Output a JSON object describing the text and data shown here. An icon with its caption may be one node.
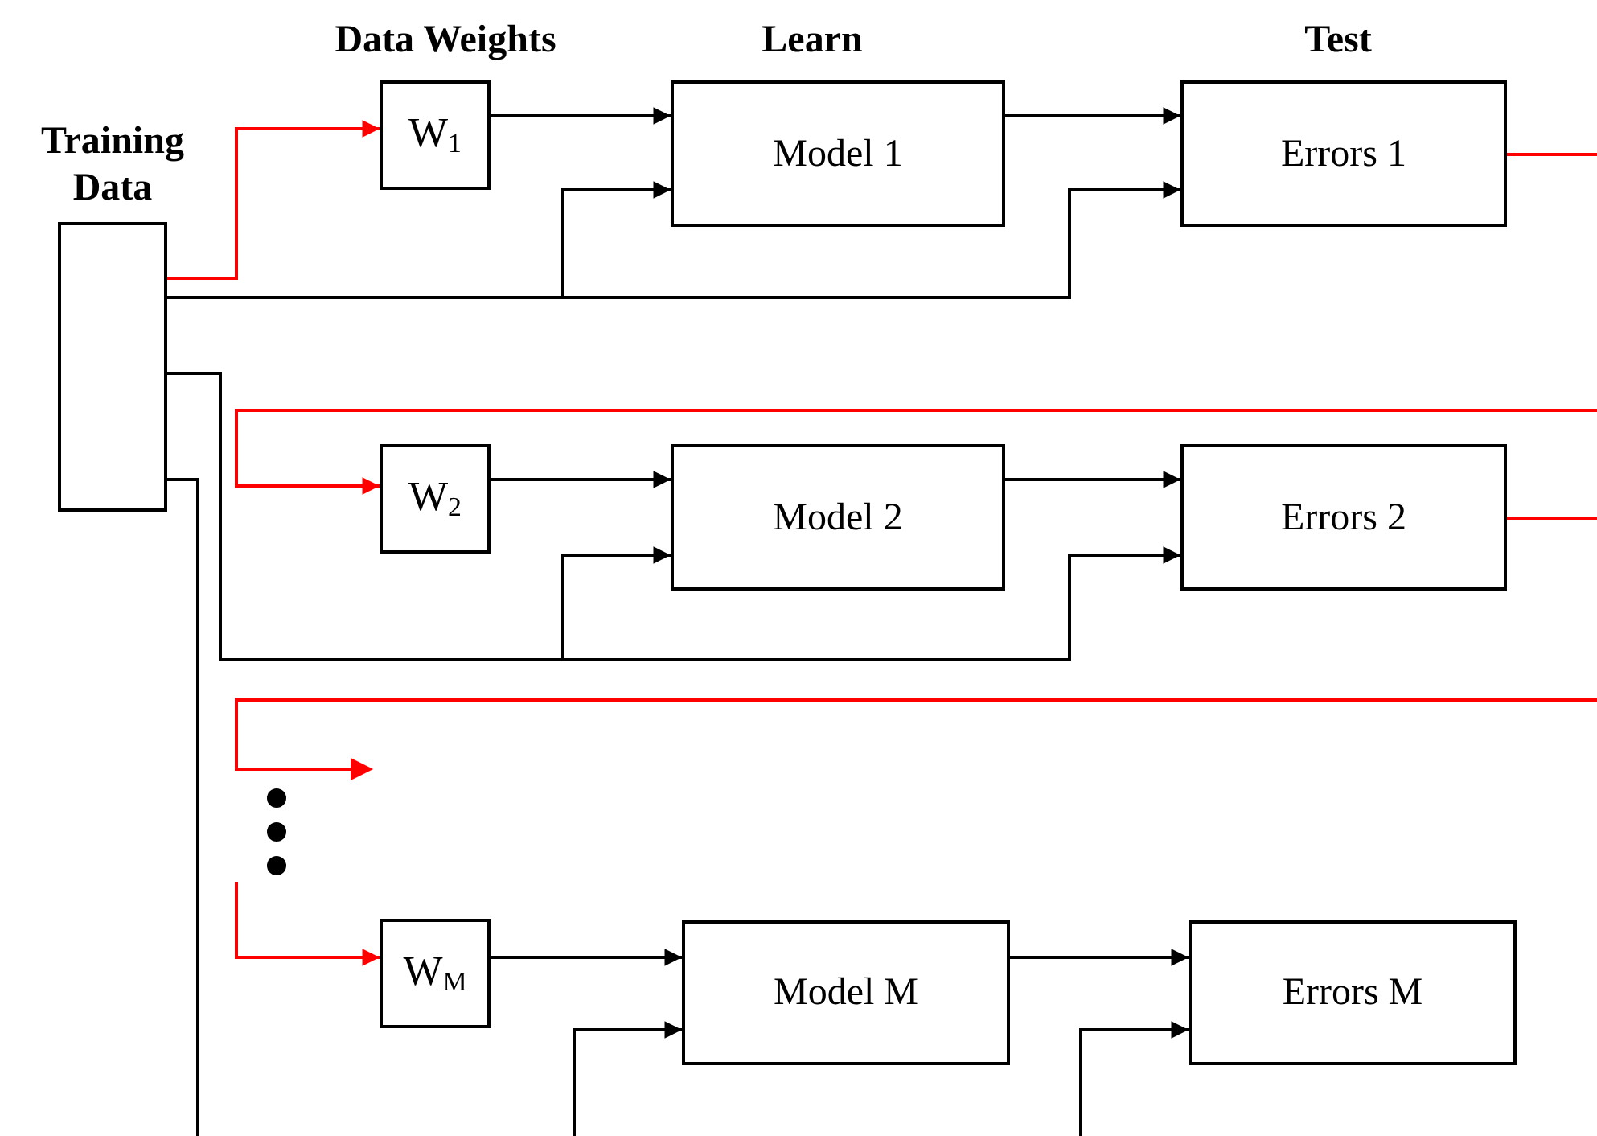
{
  "diagram": {
    "nodes": [
      {
        "text": [
          "Training Data"
        ]
      },
      {
        "text": [
          "W$_{1}$"
        ]
      },
      {
        "text": [
          "Model 1"
        ]
      },
      {
        "text": [
          "Errors 1"
        ]
      },
      {
        "text": [
          "W$_{2}$"
        ]
      },
      {
        "text": [
          "Model 2"
        ]
      },
      {
        "text": [
          "Errors 2"
        ]
      },
      {
        "text": [
          "W$_{M}$"
        ]
      },
      {
        "text": [
          "Model M"
        ]
      },
      {
        "text": [
          "Errors M"
        ]
      }
    ],
    "edges": [
      {
        "from": 0,
        "to": 1,
        "arrow": "to",
        "color": "#ff0000"
      },
      {
        "from": 1,
        "to": 2,
        "arrow": "to"
      },
      {
        "from": 0,
        "to": 2,
        "arrow": "to"
      },
      {
        "from": 0,
        "to": 3,
        "arrow": "to"
      },
      {
        "from": 2,
        "to": 3,
        "arrow": "to"
      },
      {
        "from": 3,
        "to": null,
        "arrow": "none",
        "color": "#ff0000"
      },
      {
        "from": null,
        "to": 4,
        "arrow": "to",
        "color": "#ff0000"
      },
      {
        "from": 4,
        "to": 5,
        "arrow": "to"
      },
      {
        "from": 0,
        "to": 5,
        "arrow": "to"
      },
      {
        "from": 0,
        "to": 6,
        "arrow": "to"
      },
      {
        "from": 5,
        "to": 6,
        "arrow": "to"
      },
      {
        "from": 6,
        "to": null,
        "arrow": "none",
        "color": "#ff0000"
      },
      {
        "from": null,
        "to": 7,
        "arrow": "to",
        "color": "#ff0000"
      },
      {
        "from": 7,
        "to": 8,
        "arrow": "to"
      },
      {
        "from": 0,
        "to": null,
        "arrow": "none"
      },
      {
        "from": null,
        "to": 8,
        "arrow": "to"
      },
      {
        "from": null,
        "to": 9,
        "arrow": "to"
      },
      {
        "from": 8,
        "to": 9,
        "arrow": "to"
      }
    ],
    "labels": [
      "Data Weights",
      "Learn",
      "Test"
    ]
  }
}
